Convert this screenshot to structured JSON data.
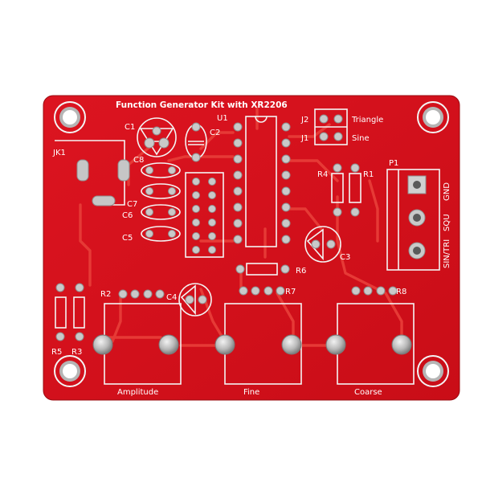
{
  "board": {
    "title": "Function Generator Kit with XR2206",
    "colors": {
      "board": "#d8111c",
      "silk": "#f4f4f4",
      "pad": "#c9c9c9",
      "trace": "#e63a36"
    }
  },
  "labels": {
    "c1": "C1",
    "c2": "C2",
    "u1": "U1",
    "j2": "J2",
    "triangle": "Triangle",
    "j1": "J1",
    "sine": "Sine",
    "jk1": "JK1",
    "c8": "C8",
    "c7": "C7",
    "c6": "C6",
    "c5": "C5",
    "r4": "R4",
    "r1": "R1",
    "p1": "P1",
    "gnd": "GND",
    "squ": "SQU",
    "sin_tri": "SIN/TRI",
    "c3": "C3",
    "r6": "R6",
    "r2": "R2",
    "c4": "C4",
    "r7": "R7",
    "r8": "R8",
    "r5": "R5",
    "r3": "R3",
    "amplitude": "Amplitude",
    "fine": "Fine",
    "coarse": "Coarse"
  }
}
